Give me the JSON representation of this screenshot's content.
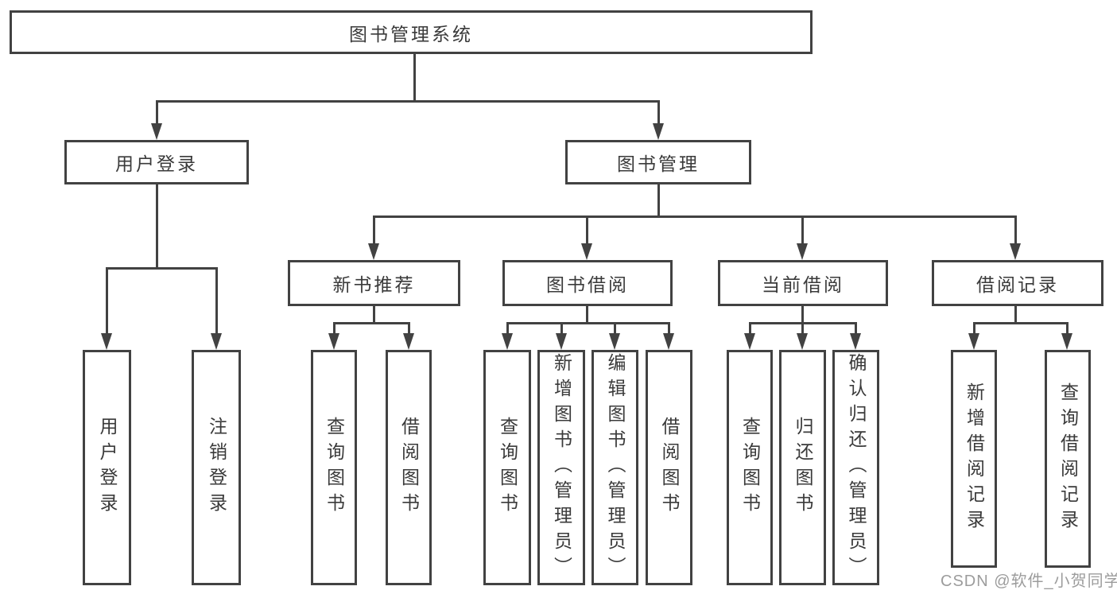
{
  "diagram_title": "图书管理系统",
  "nodes": {
    "root": "图书管理系统",
    "user_login": "用户登录",
    "book_mgmt": "图书管理",
    "new_books": "新书推荐",
    "book_borrow": "图书借阅",
    "current_borrow": "当前借阅",
    "borrow_records": "借阅记录",
    "ul_login": "用户登录",
    "ul_logout": "注销登录",
    "nb_query": "查询图书",
    "nb_borrow": "借阅图书",
    "bb_query": "查询图书",
    "bb_add": "新增图书（管理员）",
    "bb_edit": "编辑图书（管理员）",
    "bb_borrow": "借阅图书",
    "cb_query": "查询图书",
    "cb_return": "归还图书",
    "cb_confirm": "确认归还（管理员）",
    "br_add": "新增借阅记录",
    "br_query": "查询借阅记录"
  },
  "colors": {
    "line": "#424242",
    "text": "#3a3a3a",
    "watermark": "#9c9c9c",
    "background": "#ffffff"
  },
  "watermark": "CSDN @软件_小贺同学"
}
